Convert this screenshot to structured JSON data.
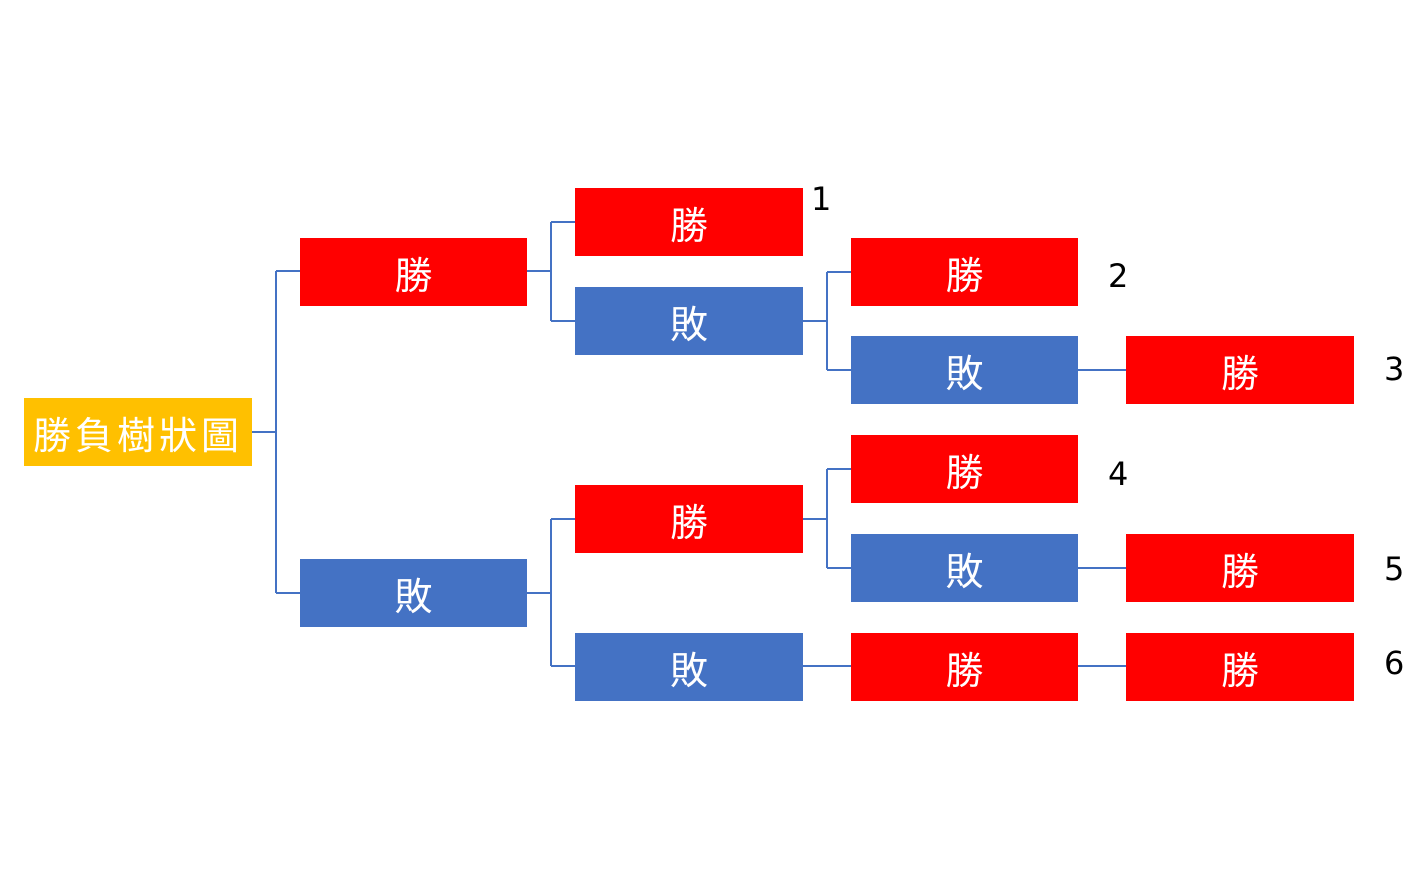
{
  "colors": {
    "win": "#FF0000",
    "lose": "#4472C4",
    "root": "#FFC000",
    "connector": "#4472C4"
  },
  "root": {
    "label": "勝負樹狀圖"
  },
  "nodes": {
    "n1": {
      "label": "勝",
      "result": "win"
    },
    "n2": {
      "label": "敗",
      "result": "lose"
    },
    "n11": {
      "label": "勝",
      "result": "win"
    },
    "n12": {
      "label": "敗",
      "result": "lose"
    },
    "n121": {
      "label": "勝",
      "result": "win"
    },
    "n122": {
      "label": "敗",
      "result": "lose"
    },
    "n1221": {
      "label": "勝",
      "result": "win"
    },
    "n21": {
      "label": "勝",
      "result": "win"
    },
    "n211": {
      "label": "勝",
      "result": "win"
    },
    "n212": {
      "label": "敗",
      "result": "lose"
    },
    "n2121": {
      "label": "勝",
      "result": "win"
    },
    "n22": {
      "label": "敗",
      "result": "lose"
    },
    "n221": {
      "label": "勝",
      "result": "win"
    },
    "n2211": {
      "label": "勝",
      "result": "win"
    }
  },
  "outcomes": [
    "1",
    "2",
    "3",
    "4",
    "5",
    "6"
  ]
}
